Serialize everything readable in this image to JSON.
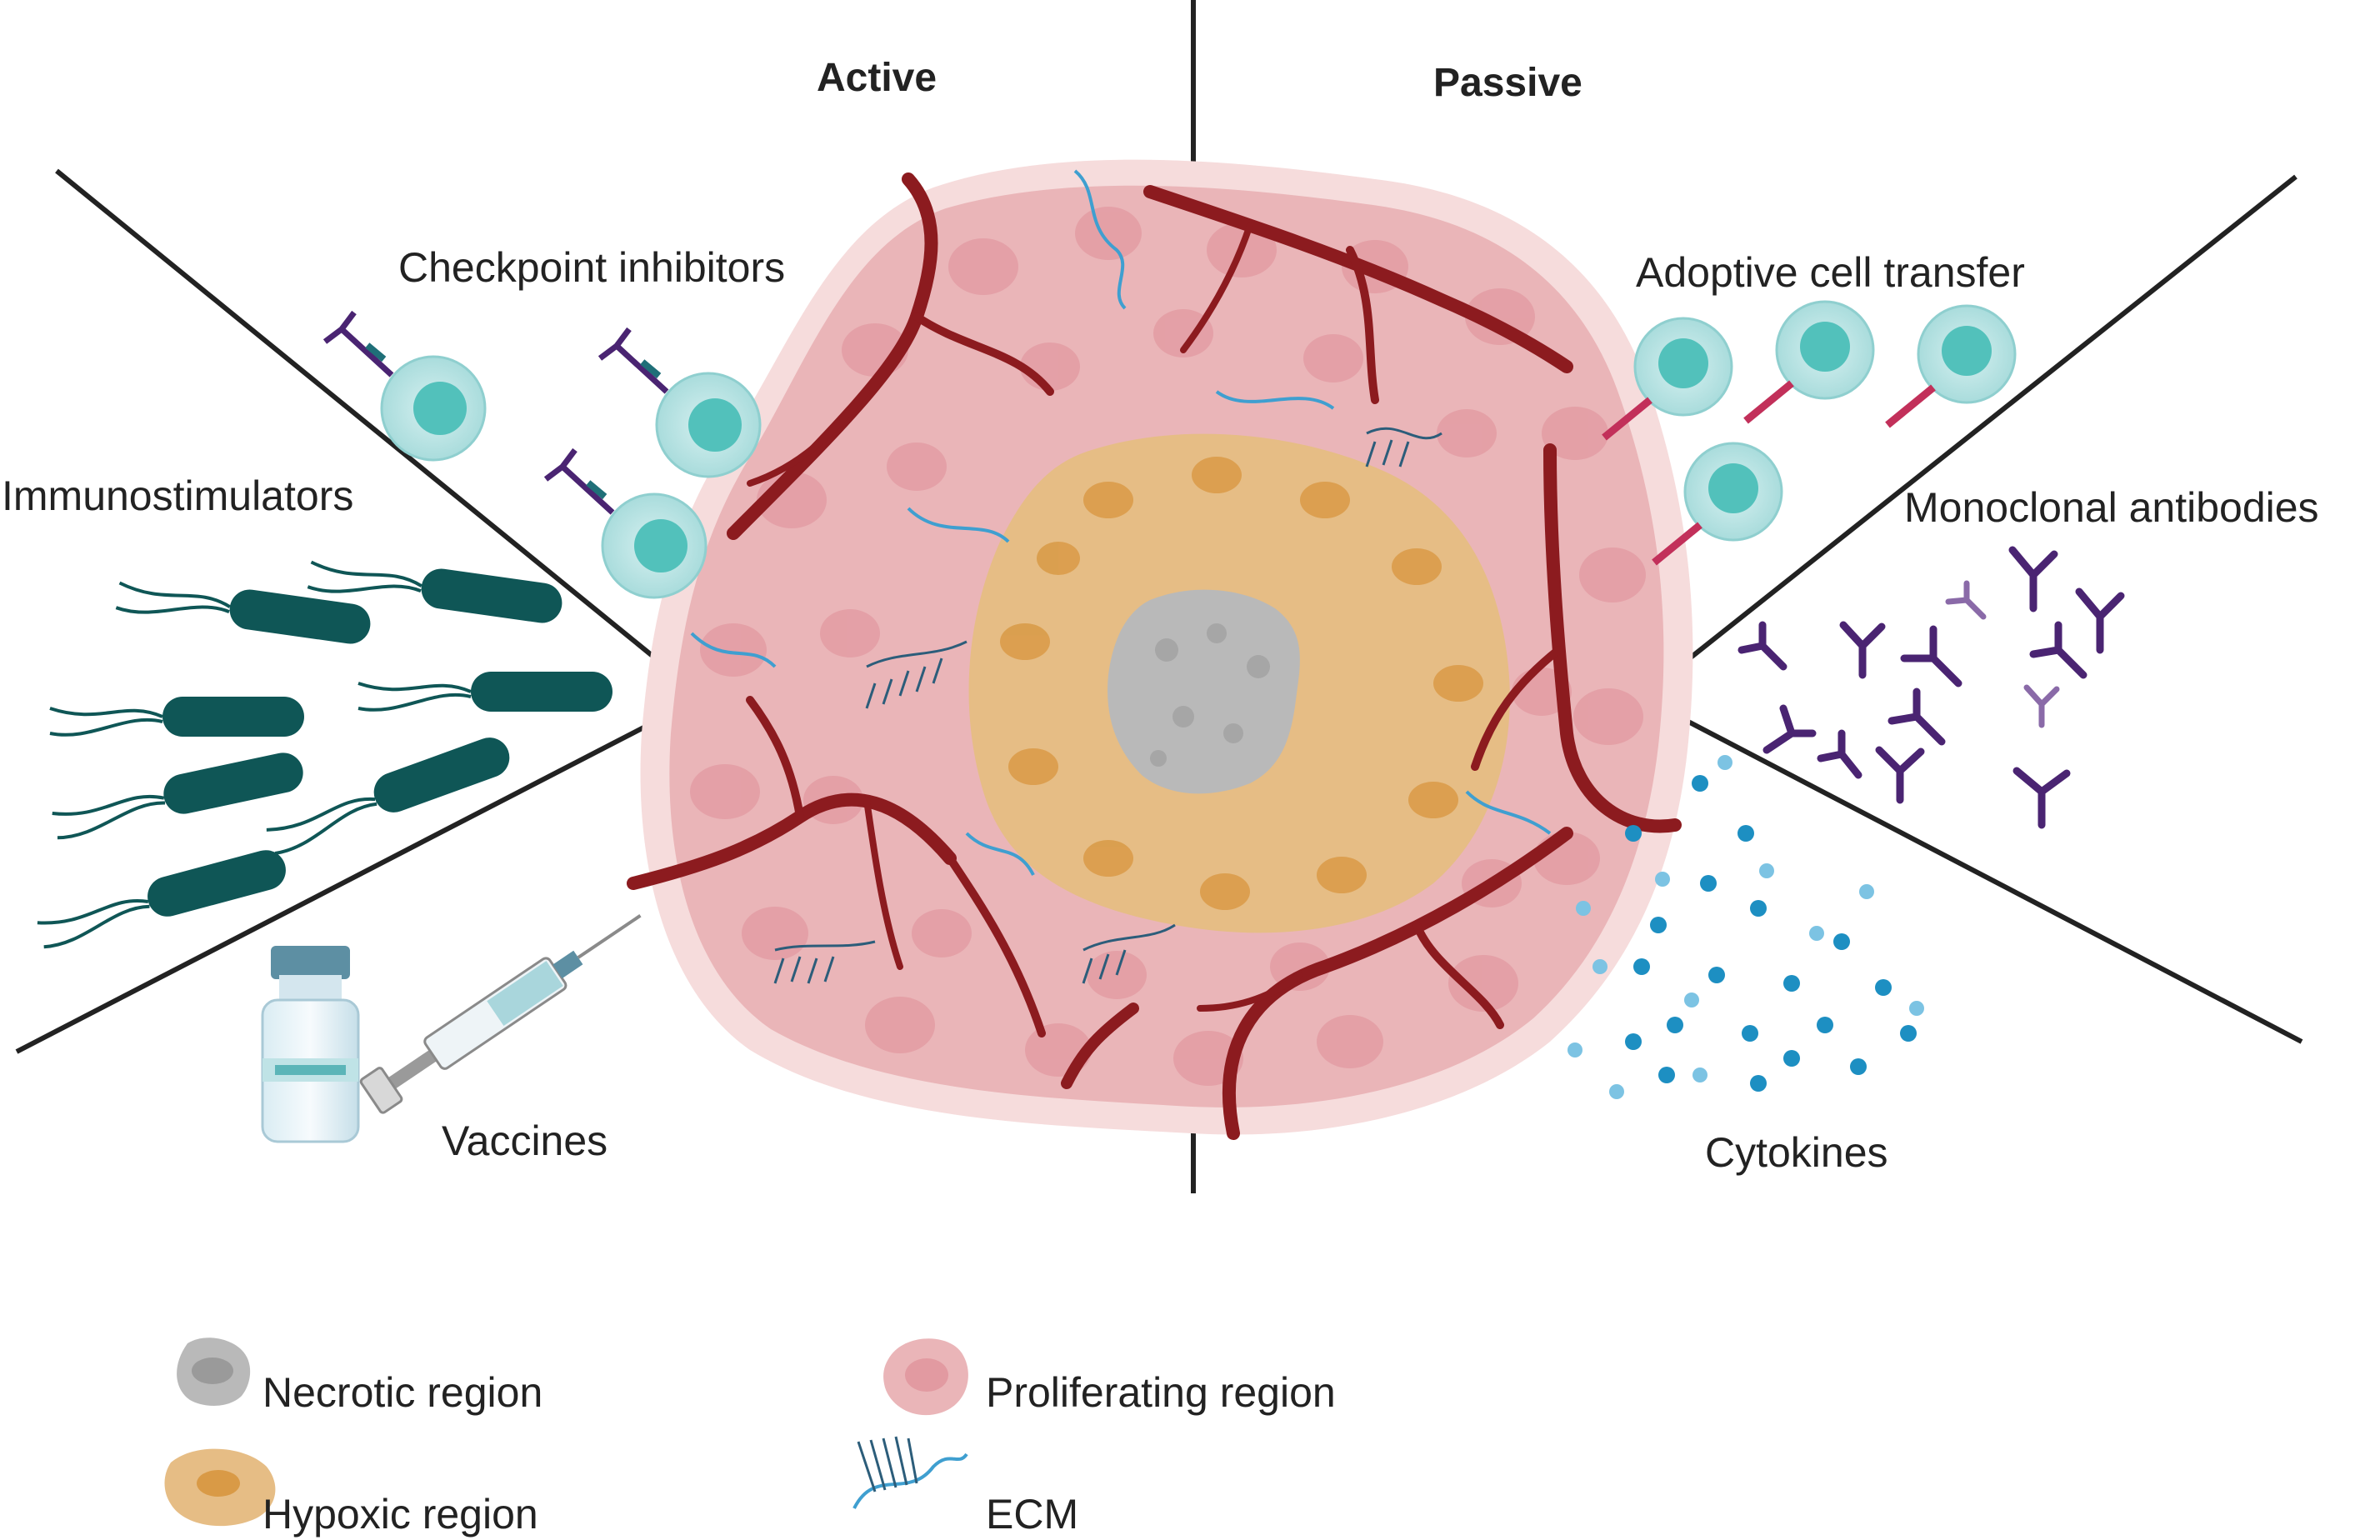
{
  "headings": {
    "active": "Active",
    "passive": "Passive"
  },
  "therapies": {
    "checkpoint": "Checkpoint inhibitors",
    "immunostimulators": "Immunostimulators",
    "vaccines": "Vaccines",
    "adoptive": "Adoptive cell transfer",
    "monoclonal": "Monoclonal antibodies",
    "cytokines": "Cytokines"
  },
  "legend": {
    "necrotic": "Necrotic region",
    "hypoxic": "Hypoxic region",
    "proliferating": "Proliferating region",
    "ecm": "ECM"
  },
  "colors": {
    "proliferating": "#eab5b8",
    "proliferating_halo": "#f6dcdc",
    "hypoxic": "#e6bd85",
    "hypoxic_core": "#d99a46",
    "necrotic": "#b9b9b9",
    "vessel": "#8c1b1f",
    "t_cell": "#bfe6e6",
    "t_cell_nucleus": "#52c1bb",
    "bacteria": "#0f5656",
    "antibody": "#4a2472",
    "cytokine": "#1d8fc2",
    "ecm": "#3f9fd0",
    "divider": "#222222"
  }
}
